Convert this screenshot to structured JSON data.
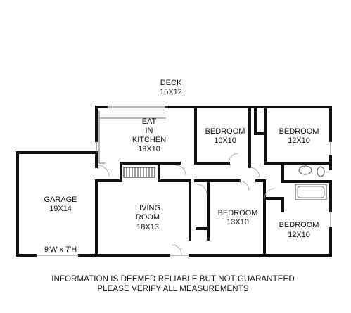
{
  "rooms": {
    "deck": {
      "name": "DECK",
      "size": "15X12"
    },
    "kitchen": {
      "line1": "EAT",
      "line2": "IN",
      "line3": "KITCHEN",
      "size": "19X10"
    },
    "garage": {
      "name": "GARAGE",
      "size": "19X14",
      "door": "9'W x 7'H"
    },
    "living": {
      "line1": "LIVING",
      "line2": "ROOM",
      "size": "18X13"
    },
    "bedroom1": {
      "name": "BEDROOM",
      "size": "10X10"
    },
    "bedroom2": {
      "name": "BEDROOM",
      "size": "12X10"
    },
    "bedroom3": {
      "name": "BEDROOM",
      "size": "13X10"
    },
    "bedroom4": {
      "name": "BEDROOM",
      "size": "12X10"
    }
  },
  "disclaimer": {
    "line1": "INFORMATION IS DEEMED RELIABLE BUT NOT GUARANTEED",
    "line2": "PLEASE VERIFY ALL MEASUREMENTS"
  }
}
